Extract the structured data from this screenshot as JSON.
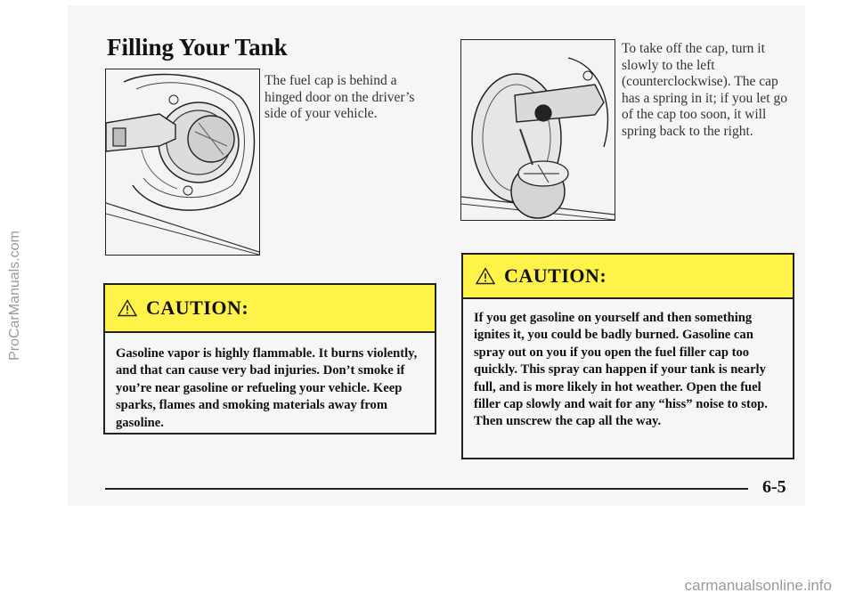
{
  "watermark": {
    "side": "ProCarManuals.com",
    "bottom": "carmanualsonline.info"
  },
  "section": {
    "title": "Filling Your Tank"
  },
  "left_column": {
    "paragraph": "The fuel cap is behind a hinged door on the driver’s side of your vehicle.",
    "caution": {
      "heading": "CAUTION:",
      "text": "Gasoline vapor is highly flammable. It burns violently, and that can cause very bad injuries. Don’t smoke if you’re near gasoline or refueling your vehicle. Keep sparks, flames and smoking materials away from gasoline."
    }
  },
  "right_column": {
    "paragraph": "To take off the cap, turn it slowly to the left (counterclockwise). The cap has a spring in it; if you let go of the cap too soon, it will spring back to the right.",
    "caution": {
      "heading": "CAUTION:",
      "text": "If you get gasoline on yourself and then something ignites it, you could be badly burned. Gasoline can spray out on you if you open the fuel filler cap too quickly. This spray can happen if your tank is nearly full, and is more likely in hot weather. Open the fuel filler cap slowly and wait for any “hiss” noise to stop. Then unscrew the cap all the way."
    }
  },
  "footer": {
    "page_number": "6-5"
  },
  "colors": {
    "caution_band": "#fff34a",
    "page_background": "#f6f6f6",
    "text": "#111111"
  },
  "icons": {
    "caution": "warning-triangle-icon"
  }
}
